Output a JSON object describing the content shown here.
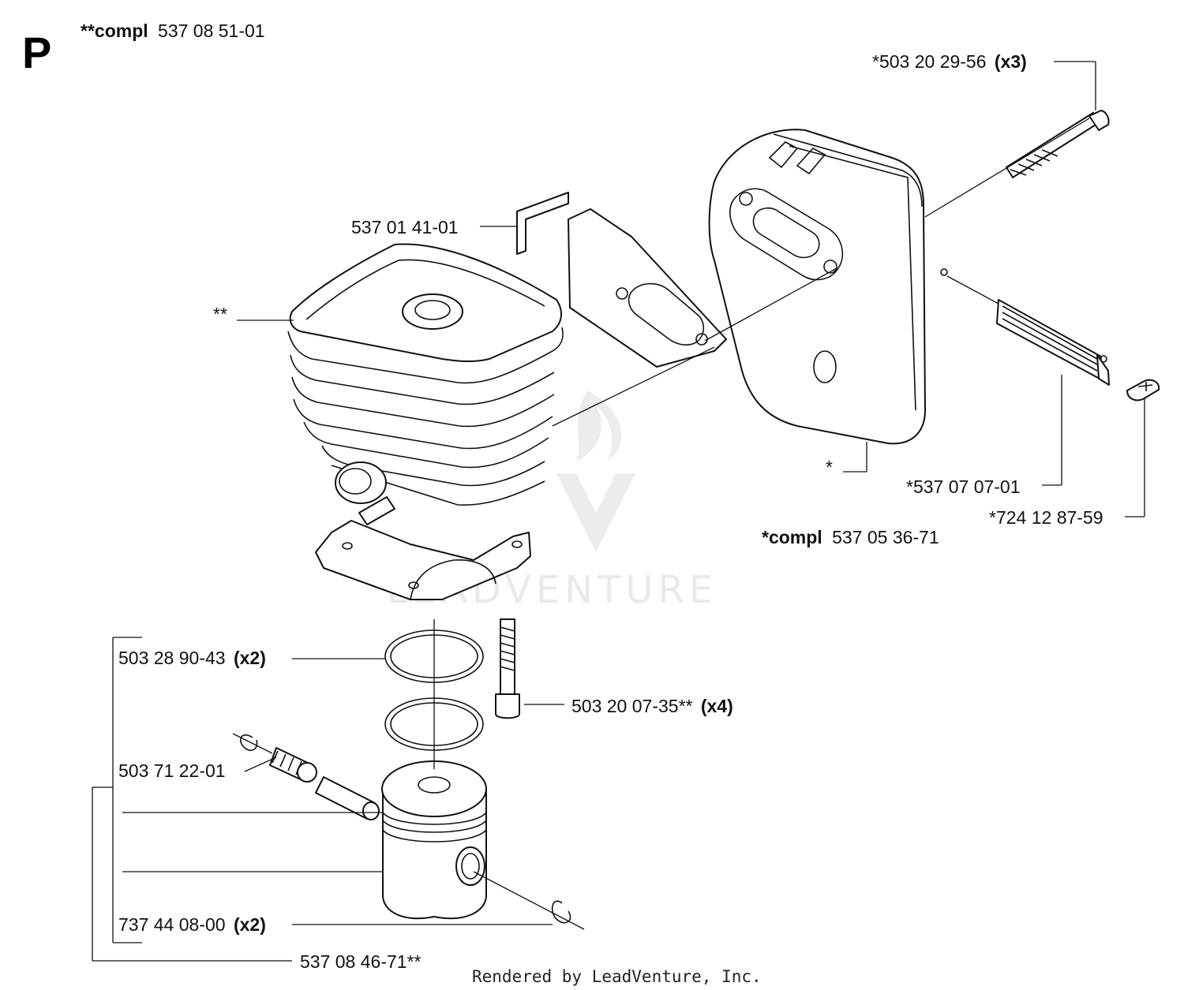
{
  "section": "P",
  "assembly_top": {
    "prefix": "**compl",
    "number": "537 08 51-01"
  },
  "labels": {
    "muffler_bolt": {
      "part": "*503 20 29-56",
      "qty": "(x3)"
    },
    "bracket": "537 01 41-01",
    "cylinder": "**",
    "muffler": "*",
    "spark_screen": "*537 07 07-01",
    "screen_screw": "*724 12 87-59",
    "muffler_kit": {
      "prefix": "*compl",
      "number": "537 05 36-71"
    },
    "piston_ring": {
      "part": "503 28 90-43",
      "qty": "(x2)"
    },
    "cylinder_bolt": {
      "part": "503 20 07-35**",
      "qty": "(x4)"
    },
    "needle_bearing": "503 71 22-01",
    "circlip": {
      "part": "737 44 08-00",
      "qty": "(x2)"
    },
    "piston_kit": "537 08 46-71**"
  },
  "watermark": "LEADVENTURE",
  "footer": "Rendered by LeadVenture, Inc."
}
